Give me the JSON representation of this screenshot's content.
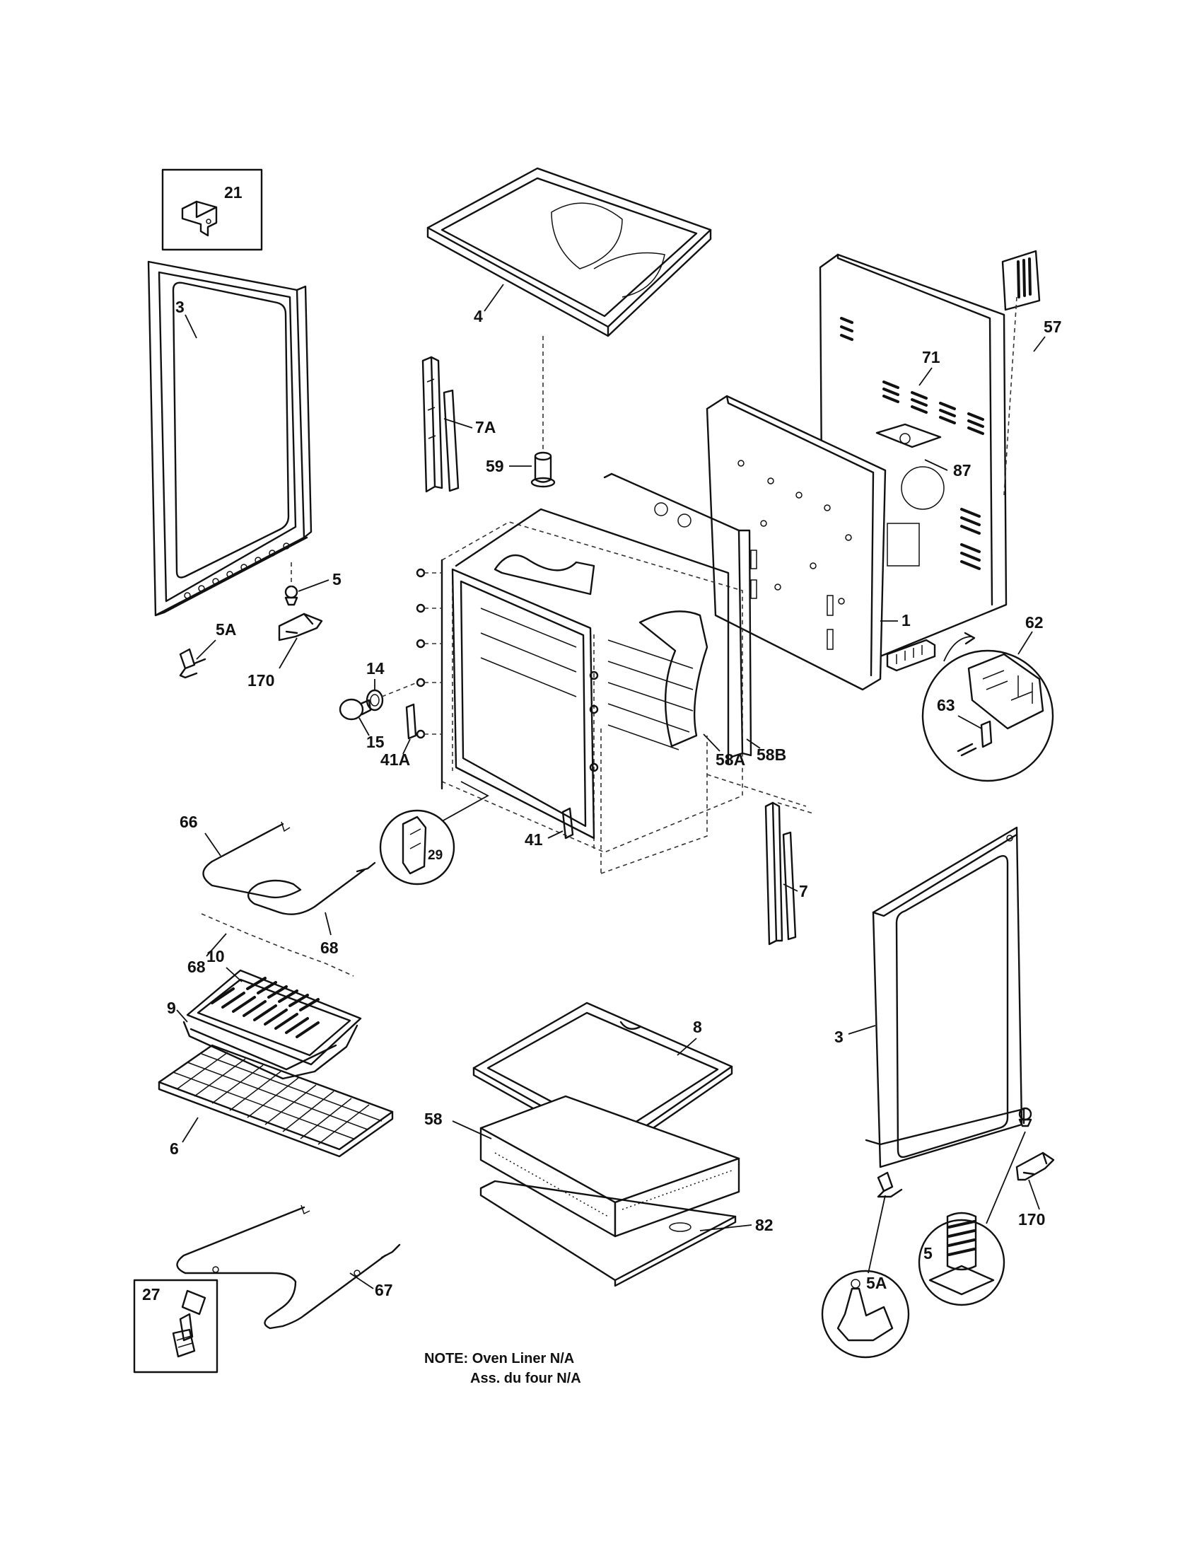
{
  "labels": {
    "p21": "21",
    "p3_left": "3",
    "p4": "4",
    "p57": "57",
    "p71": "71",
    "p7A": "7A",
    "p59": "59",
    "p87": "87",
    "p5_left": "5",
    "p5A_left": "5A",
    "p170_left": "170",
    "p14": "14",
    "p15": "15",
    "p41A": "41A",
    "p1": "1",
    "p62": "62",
    "p63": "63",
    "p58A": "58A",
    "p58B": "58B",
    "p66": "66",
    "p29": "29",
    "p41": "41",
    "p7": "7",
    "p68_a": "68",
    "p68_b": "68",
    "p10": "10",
    "p9": "9",
    "p8": "8",
    "p3_right": "3",
    "p58": "58",
    "p6": "6",
    "p82": "82",
    "p170_right": "170",
    "p5_right": "5",
    "p5A_right": "5A",
    "p67": "67",
    "p27": "27"
  },
  "note": {
    "line1": "NOTE: Oven Liner N/A",
    "line2": "Ass. du four N/A"
  }
}
